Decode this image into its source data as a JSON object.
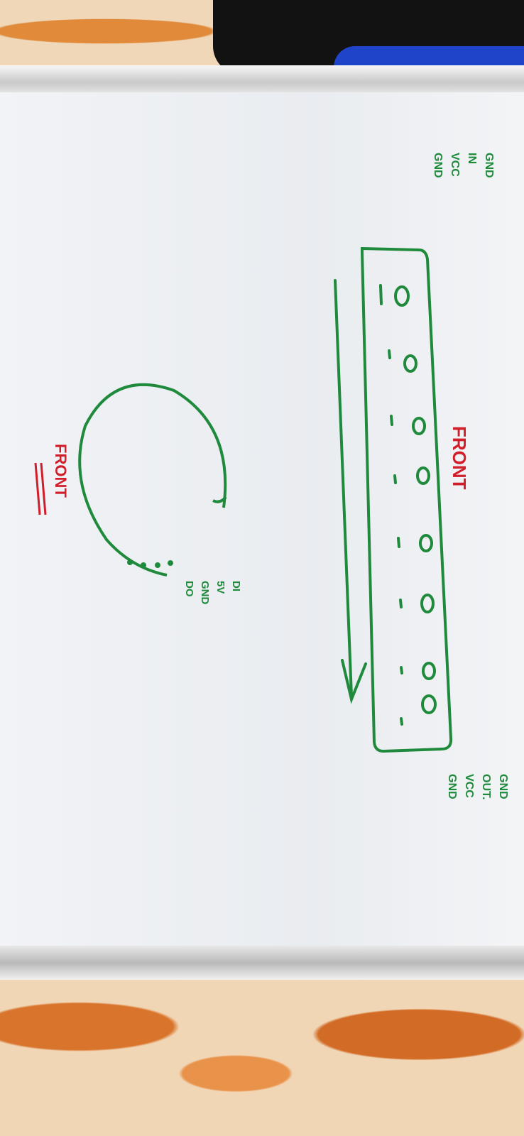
{
  "board": {
    "strip_left_labels": [
      "GND",
      "VCC",
      "IN",
      "GND"
    ],
    "strip_right_labels": [
      "GND",
      "VCC",
      "OUT.",
      "GND"
    ],
    "strip_front_label": "FRONT",
    "circle_front_label": "FRONT",
    "circle_pin_labels": [
      "DO",
      "GND",
      "5V",
      "DI"
    ]
  },
  "colors": {
    "marker_green": "#1f8a3c",
    "marker_red": "#d01f2a",
    "board": "#eceef2"
  }
}
